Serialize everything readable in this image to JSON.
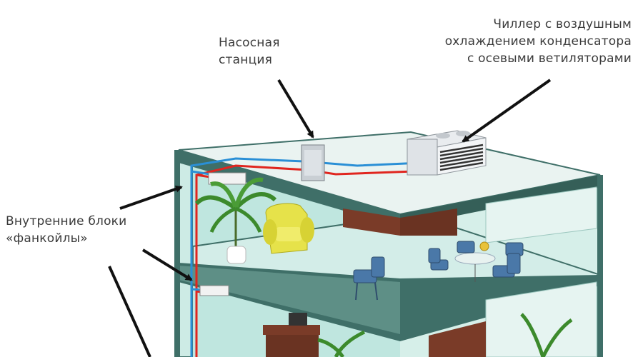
{
  "labels": {
    "pump_station": [
      "Насосная",
      "станция"
    ],
    "chiller": [
      "Чиллер с воздушным",
      "охлаждением конденсатора",
      "с осевыми ветиляторами"
    ],
    "fancoils": [
      "Внутренние блоки",
      "«фанкойлы»"
    ]
  },
  "colors": {
    "slab_edge": "#3f6f68",
    "wall_glass": "#bfe6df",
    "floor": "#d3ede8",
    "roof": "#eaf3f1",
    "supply_pipe": "#e0251f",
    "return_pipe": "#2a8fd6",
    "chair": "#4a78a8",
    "furniture_wood": "#7a3b28",
    "armchair": "#e6e24a",
    "plant": "#3c8a2c"
  }
}
